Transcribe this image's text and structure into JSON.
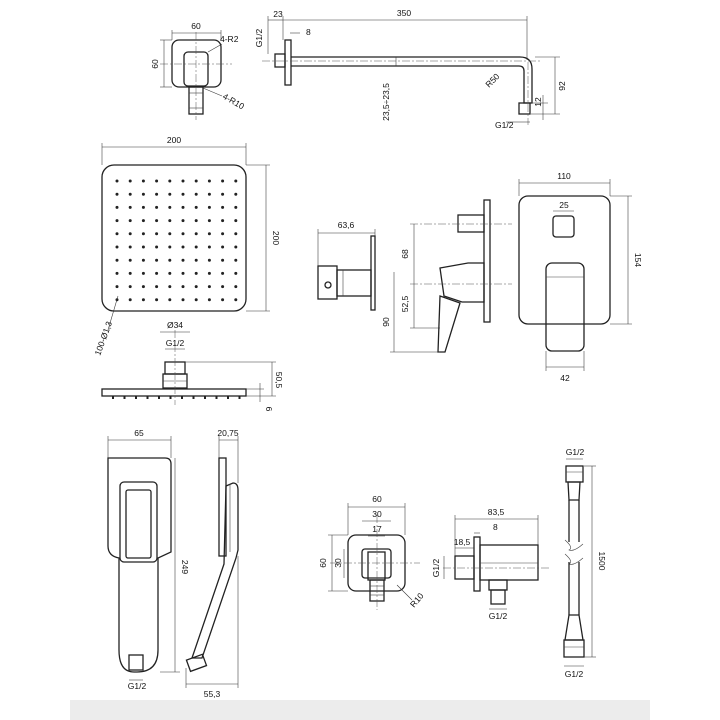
{
  "labels": {
    "arm_g12": "G1/2",
    "arm_23": "23",
    "arm_8": "8",
    "arm_350": "350",
    "arm_r50": "R50",
    "arm_92": "92",
    "arm_12": "12",
    "arm_235": "23,5÷23,5",
    "arm_g12_bottom": "G1/2",
    "flange_60w": "60",
    "flange_60h": "60",
    "flange_r2": "4-R2",
    "flange_r10": "4-R10",
    "head_200w": "200",
    "head_200h": "200",
    "head_nozzles": "100-Ø1,3",
    "head_d34": "Ø34",
    "head_g12": "G1/2",
    "head_505": "50,5",
    "head_6": "6",
    "valve_636": "63,6",
    "valve_90": "90",
    "valve_68": "68",
    "valve_525": "52,5",
    "plate_110": "110",
    "plate_25": "25",
    "plate_154": "154",
    "plate_42": "42",
    "hand_65": "65",
    "hand_2075": "20,75",
    "hand_249": "249",
    "hand_g12": "G1/2",
    "hand_553": "55,3",
    "outlet_60w": "60",
    "outlet_30w": "30",
    "outlet_17": "17",
    "outlet_60h": "60",
    "outlet_30h": "30",
    "outlet_r10": "R10",
    "outlet_835": "83,5",
    "outlet_8": "8",
    "outlet_185": "18,5",
    "outlet_g12_side": "G1/2",
    "outlet_g12_bottom": "G1/2",
    "hose_g12_top": "G1/2",
    "hose_1500": "1500",
    "hose_g12_bottom": "G1/2"
  },
  "colors": {
    "line": "#222222",
    "dimension": "#333333",
    "background": "#ffffff"
  }
}
